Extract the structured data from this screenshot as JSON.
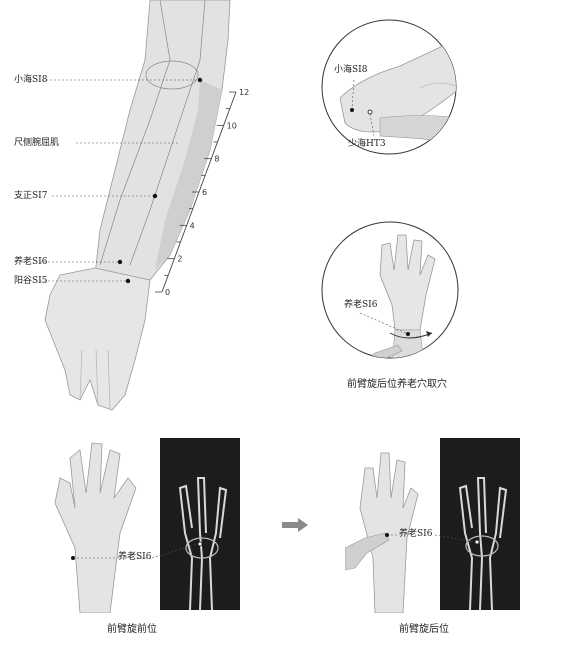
{
  "main_figure": {
    "labels": {
      "xiaohai": "小海SI8",
      "muscle": "尺侧腕屈肌",
      "zhizheng": "支正SI7",
      "yanglao": "养老SI6",
      "yanggu": "阳谷SI5"
    },
    "scale_ticks": [
      "12",
      "10",
      "8",
      "6",
      "4",
      "2",
      "0"
    ]
  },
  "inset_elbow": {
    "label_xiaohai": "小海SI8",
    "label_shaohai": "少海HT3"
  },
  "inset_wrist": {
    "label_yanglao": "养老SI6",
    "caption": "前臂旋后位养老穴取穴"
  },
  "bottom_left": {
    "label_yanglao": "养老SI6",
    "caption": "前臂旋前位"
  },
  "bottom_right": {
    "label_yanglao": "养老SI6",
    "caption": "前臂旋后位"
  },
  "colors": {
    "skin": "#e6e6e6",
    "skin_shadow": "#bdbdbd",
    "xray_bg": "#1c1c1c",
    "xray_bone": "#d9d9d9",
    "arrow": "#8a8a8a"
  }
}
